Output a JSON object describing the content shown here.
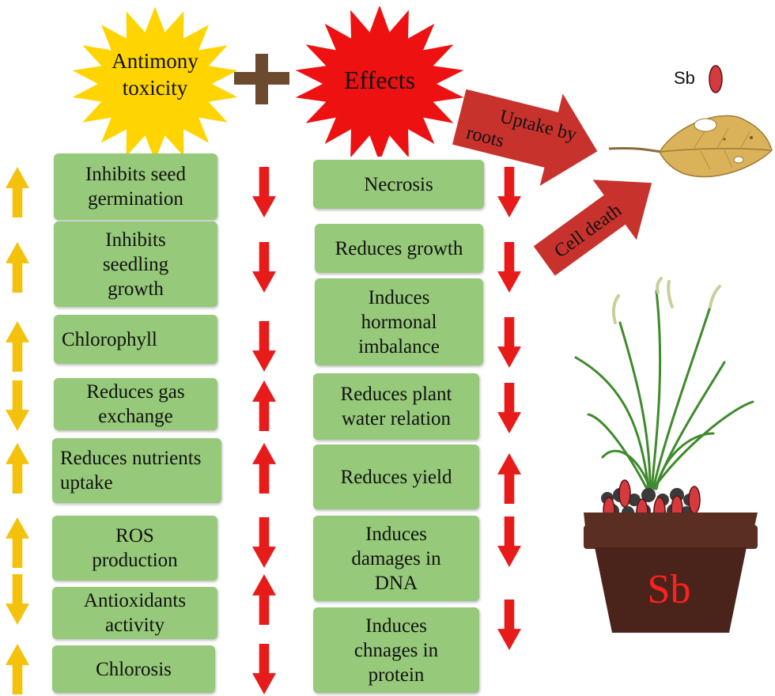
{
  "header": {
    "burst_left_label": "Antimony\ntoxicity",
    "burst_right_label": "Effects"
  },
  "legend": {
    "element_label": "Sb"
  },
  "pot_label": "Sb",
  "pathway_labels": {
    "uptake": "Uptake by\nroots",
    "cell_death": "Cell death"
  },
  "left_column": [
    {
      "text": "Inhibits seed\ngermination",
      "outer": "up",
      "inner": "down"
    },
    {
      "text": "Inhibits\nseedling\ngrowth",
      "outer": "up",
      "inner": "down"
    },
    {
      "text": "Chlorophyll",
      "outer": "up",
      "inner": "down"
    },
    {
      "text": "Reduces gas\nexchange",
      "outer": "down",
      "inner": "up"
    },
    {
      "text": "Reduces nutrients\nuptake",
      "outer": "up",
      "inner": "up"
    },
    {
      "text": "ROS\nproduction",
      "outer": "up",
      "inner": "down"
    },
    {
      "text": "Antioxidants\nactivity",
      "outer": "down",
      "inner": "up"
    },
    {
      "text": "Chlorosis",
      "outer": "up",
      "inner": "down"
    }
  ],
  "right_column": [
    {
      "text": "Necrosis",
      "arrow": "down"
    },
    {
      "text": "Reduces growth",
      "arrow": "down"
    },
    {
      "text": "Induces\nhormonal\nimbalance",
      "arrow": "down"
    },
    {
      "text": "Reduces plant\nwater relation",
      "arrow": "down"
    },
    {
      "text": "Reduces yield",
      "arrow": "up"
    },
    {
      "text": "Induces\ndamages in\nDNA",
      "arrow": "down"
    },
    {
      "text": "Induces\nchnages in\nprotein",
      "arrow": "down"
    }
  ],
  "colors": {
    "box_fill": "#96c97a",
    "yellow_arrow": "#f4c20d",
    "red_arrow": "#e81b1b",
    "burst_yellow": "#ffd400",
    "burst_red": "#ee1111",
    "plus": "#6b4a2e",
    "banner": "#c8322d",
    "sb_particle": "#d53a3f",
    "pot": "#4a241a",
    "pot_text": "#ff2020"
  }
}
